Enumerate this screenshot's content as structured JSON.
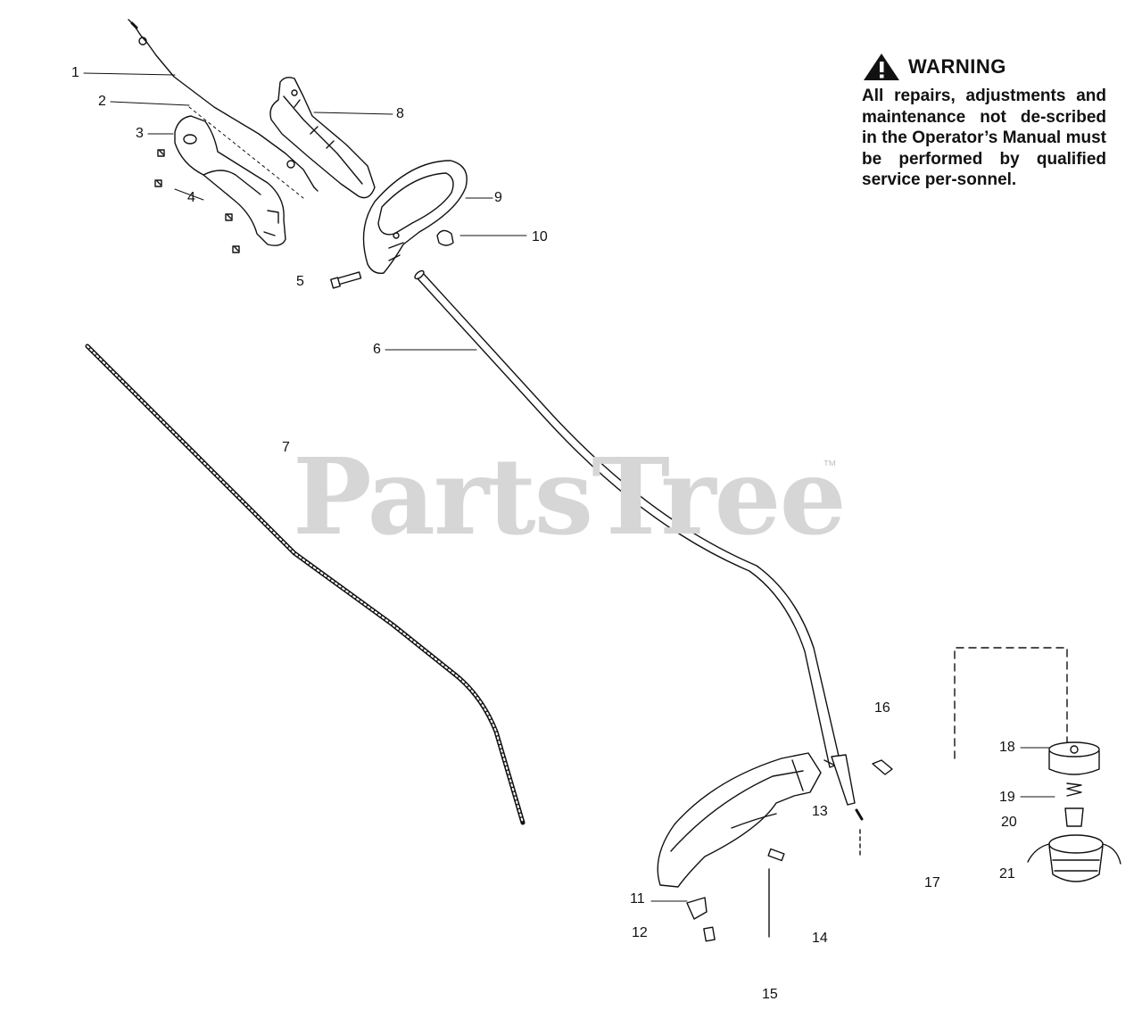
{
  "watermark": {
    "text": "PartsTree",
    "tm": "™"
  },
  "warning": {
    "icon": "warning-triangle-icon",
    "title": "WARNING",
    "body": "All repairs, adjustments and maintenance not de-scribed in the Operator’s Manual must be performed by qualified service per-sonnel."
  },
  "callouts": [
    "1",
    "2",
    "3",
    "4",
    "5",
    "6",
    "7",
    "8",
    "9",
    "10",
    "11",
    "12",
    "13",
    "14",
    "16",
    "17",
    "18",
    "19",
    "20",
    "21"
  ],
  "page_number": "15"
}
